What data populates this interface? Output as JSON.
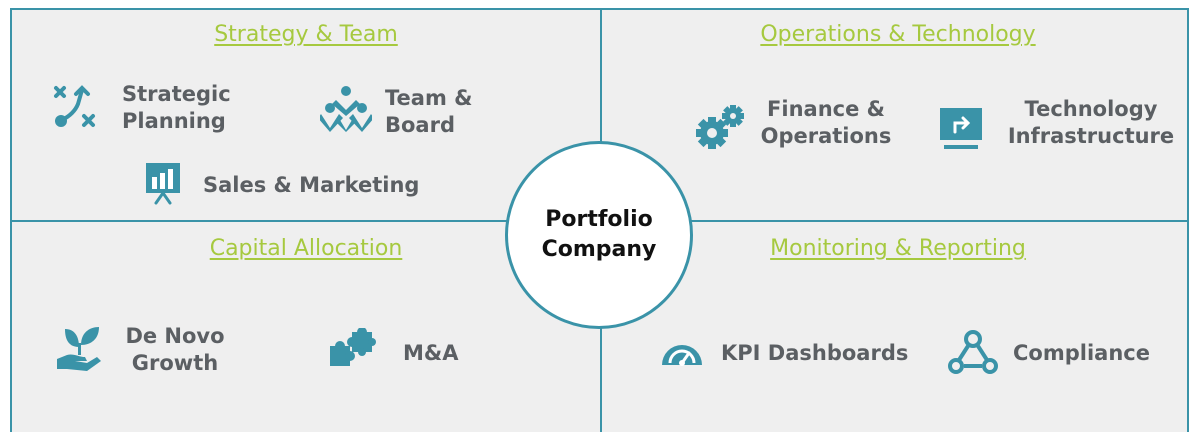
{
  "center": {
    "label": "Portfolio\nCompany"
  },
  "colors": {
    "accent": "#3a93a8",
    "title": "#a6c93f",
    "text": "#5b5f63",
    "panel": "#efefef"
  },
  "quadrants": {
    "strategy_team": {
      "title": "Strategy & Team",
      "items": [
        {
          "label": "Strategic\nPlanning",
          "icon": "strategy-arrows-icon"
        },
        {
          "label": "Team &\nBoard",
          "icon": "team-people-icon"
        },
        {
          "label": "Sales & Marketing",
          "icon": "presentation-chart-icon"
        }
      ]
    },
    "operations_technology": {
      "title": "Operations & Technology",
      "items": [
        {
          "label": "Finance &\nOperations",
          "icon": "gears-icon"
        },
        {
          "label": "Technology\nInfrastructure",
          "icon": "monitor-arrow-icon"
        }
      ]
    },
    "capital_allocation": {
      "title": "Capital Allocation",
      "items": [
        {
          "label": "De Novo\nGrowth",
          "icon": "hand-sprout-icon"
        },
        {
          "label": "M&A",
          "icon": "puzzle-pieces-icon"
        }
      ]
    },
    "monitoring_reporting": {
      "title": "Monitoring & Reporting",
      "items": [
        {
          "label": "KPI Dashboards",
          "icon": "speedometer-icon"
        },
        {
          "label": "Compliance",
          "icon": "network-nodes-icon"
        }
      ]
    }
  }
}
